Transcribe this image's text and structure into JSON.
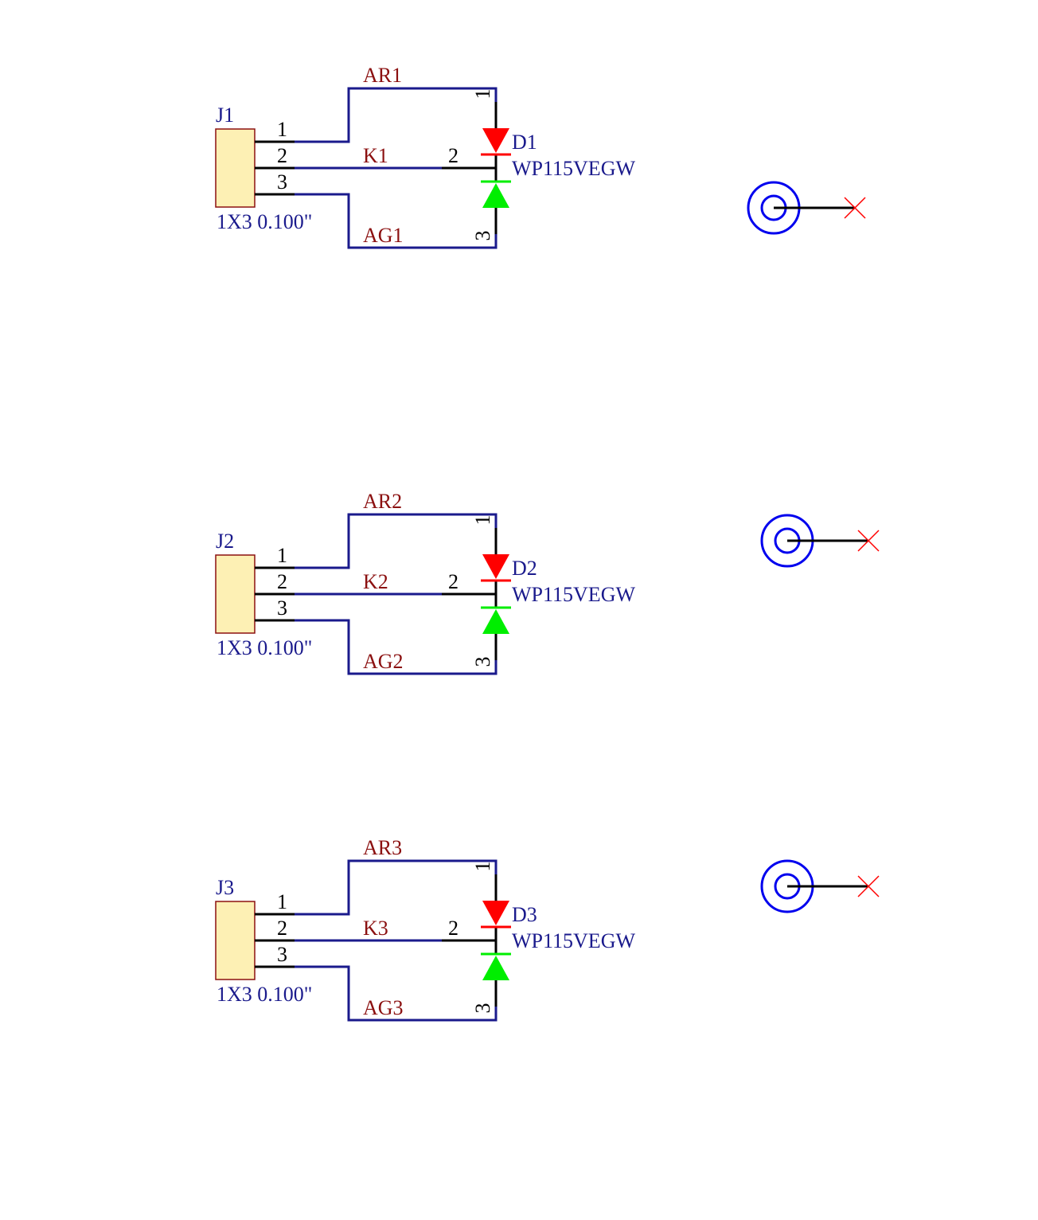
{
  "colors": {
    "wire": "#1a1a8c",
    "pin_line": "#000000",
    "connector_fill": "#fdf0b4",
    "connector_stroke": "#8b1010",
    "led_red": "#ff0000",
    "led_green": "#00ee00",
    "net_label": "#8b1010",
    "component_text": "#1a1a8c",
    "no_connect": "#ff0000"
  },
  "blocks": [
    {
      "connector": {
        "ref": "J1",
        "value": "1X3 0.100\"",
        "pins": [
          "1",
          "2",
          "3"
        ]
      },
      "nets": {
        "red_anode": "AR1",
        "cathode": "K1",
        "green_anode": "AG1"
      },
      "led": {
        "ref": "D1",
        "value": "WP115VEGW",
        "pin_red": "1",
        "pin_cathode": "2",
        "pin_green": "3"
      }
    },
    {
      "connector": {
        "ref": "J2",
        "value": "1X3 0.100\"",
        "pins": [
          "1",
          "2",
          "3"
        ]
      },
      "nets": {
        "red_anode": "AR2",
        "cathode": "K2",
        "green_anode": "AG2"
      },
      "led": {
        "ref": "D2",
        "value": "WP115VEGW",
        "pin_red": "1",
        "pin_cathode": "2",
        "pin_green": "3"
      }
    },
    {
      "connector": {
        "ref": "J3",
        "value": "1X3 0.100\"",
        "pins": [
          "1",
          "2",
          "3"
        ]
      },
      "nets": {
        "red_anode": "AR3",
        "cathode": "K3",
        "green_anode": "AG3"
      },
      "led": {
        "ref": "D3",
        "value": "WP115VEGW",
        "pin_red": "1",
        "pin_cathode": "2",
        "pin_green": "3"
      }
    }
  ],
  "mounting_holes": [
    {
      "icon": "mounting-hole-icon"
    },
    {
      "icon": "mounting-hole-icon"
    },
    {
      "icon": "mounting-hole-icon"
    }
  ]
}
